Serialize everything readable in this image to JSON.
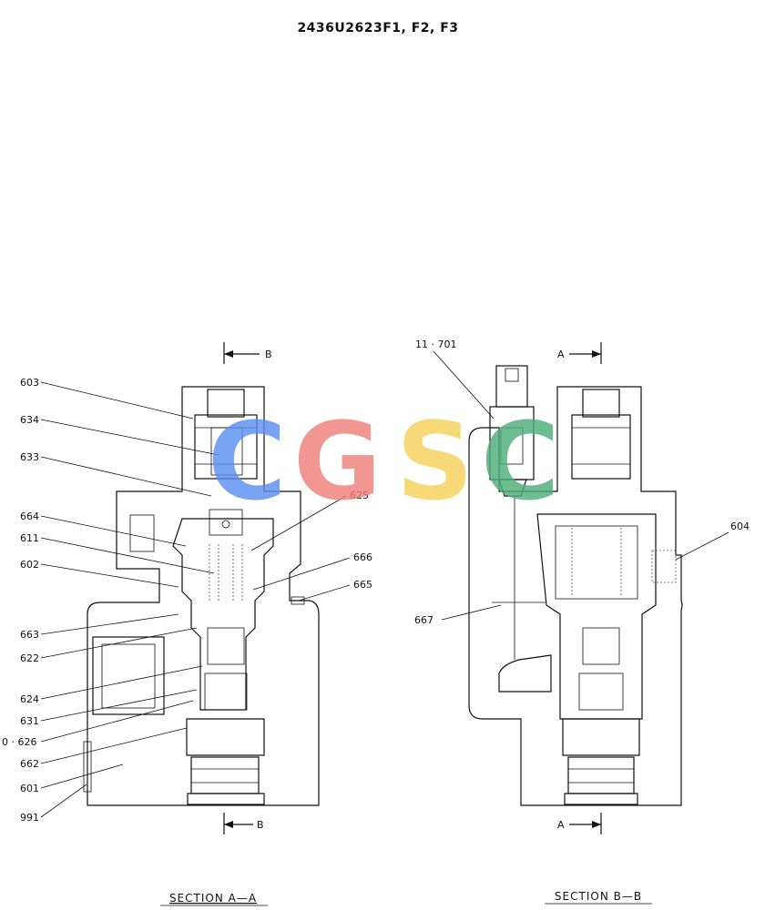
{
  "header": {
    "part_number": "2436U2623F1, F2, F3"
  },
  "watermark": {
    "text": "CGSC",
    "colors": [
      "#5b8ff0",
      "#ef7f78",
      "#f6d25a",
      "#4fae7a"
    ]
  },
  "section_aa": {
    "title": "SECTION  A—A",
    "cut_top": "B",
    "cut_bottom": "B",
    "labels": {
      "l603": "603",
      "l634": "634",
      "l633": "633",
      "l664": "664",
      "l611": "611",
      "l625": "625",
      "l602": "602",
      "l666": "666",
      "l665": "665",
      "l663": "663",
      "l622": "622",
      "l624": "624",
      "l631": "631",
      "l626": "0 · 626",
      "l662": "662",
      "l601": "601",
      "l991": "991"
    }
  },
  "section_bb": {
    "title": "SECTION  B—B",
    "cut_top": "A",
    "cut_bottom": "A",
    "labels": {
      "l11701": "11 · 701",
      "l604": "604",
      "l667": "667"
    }
  }
}
